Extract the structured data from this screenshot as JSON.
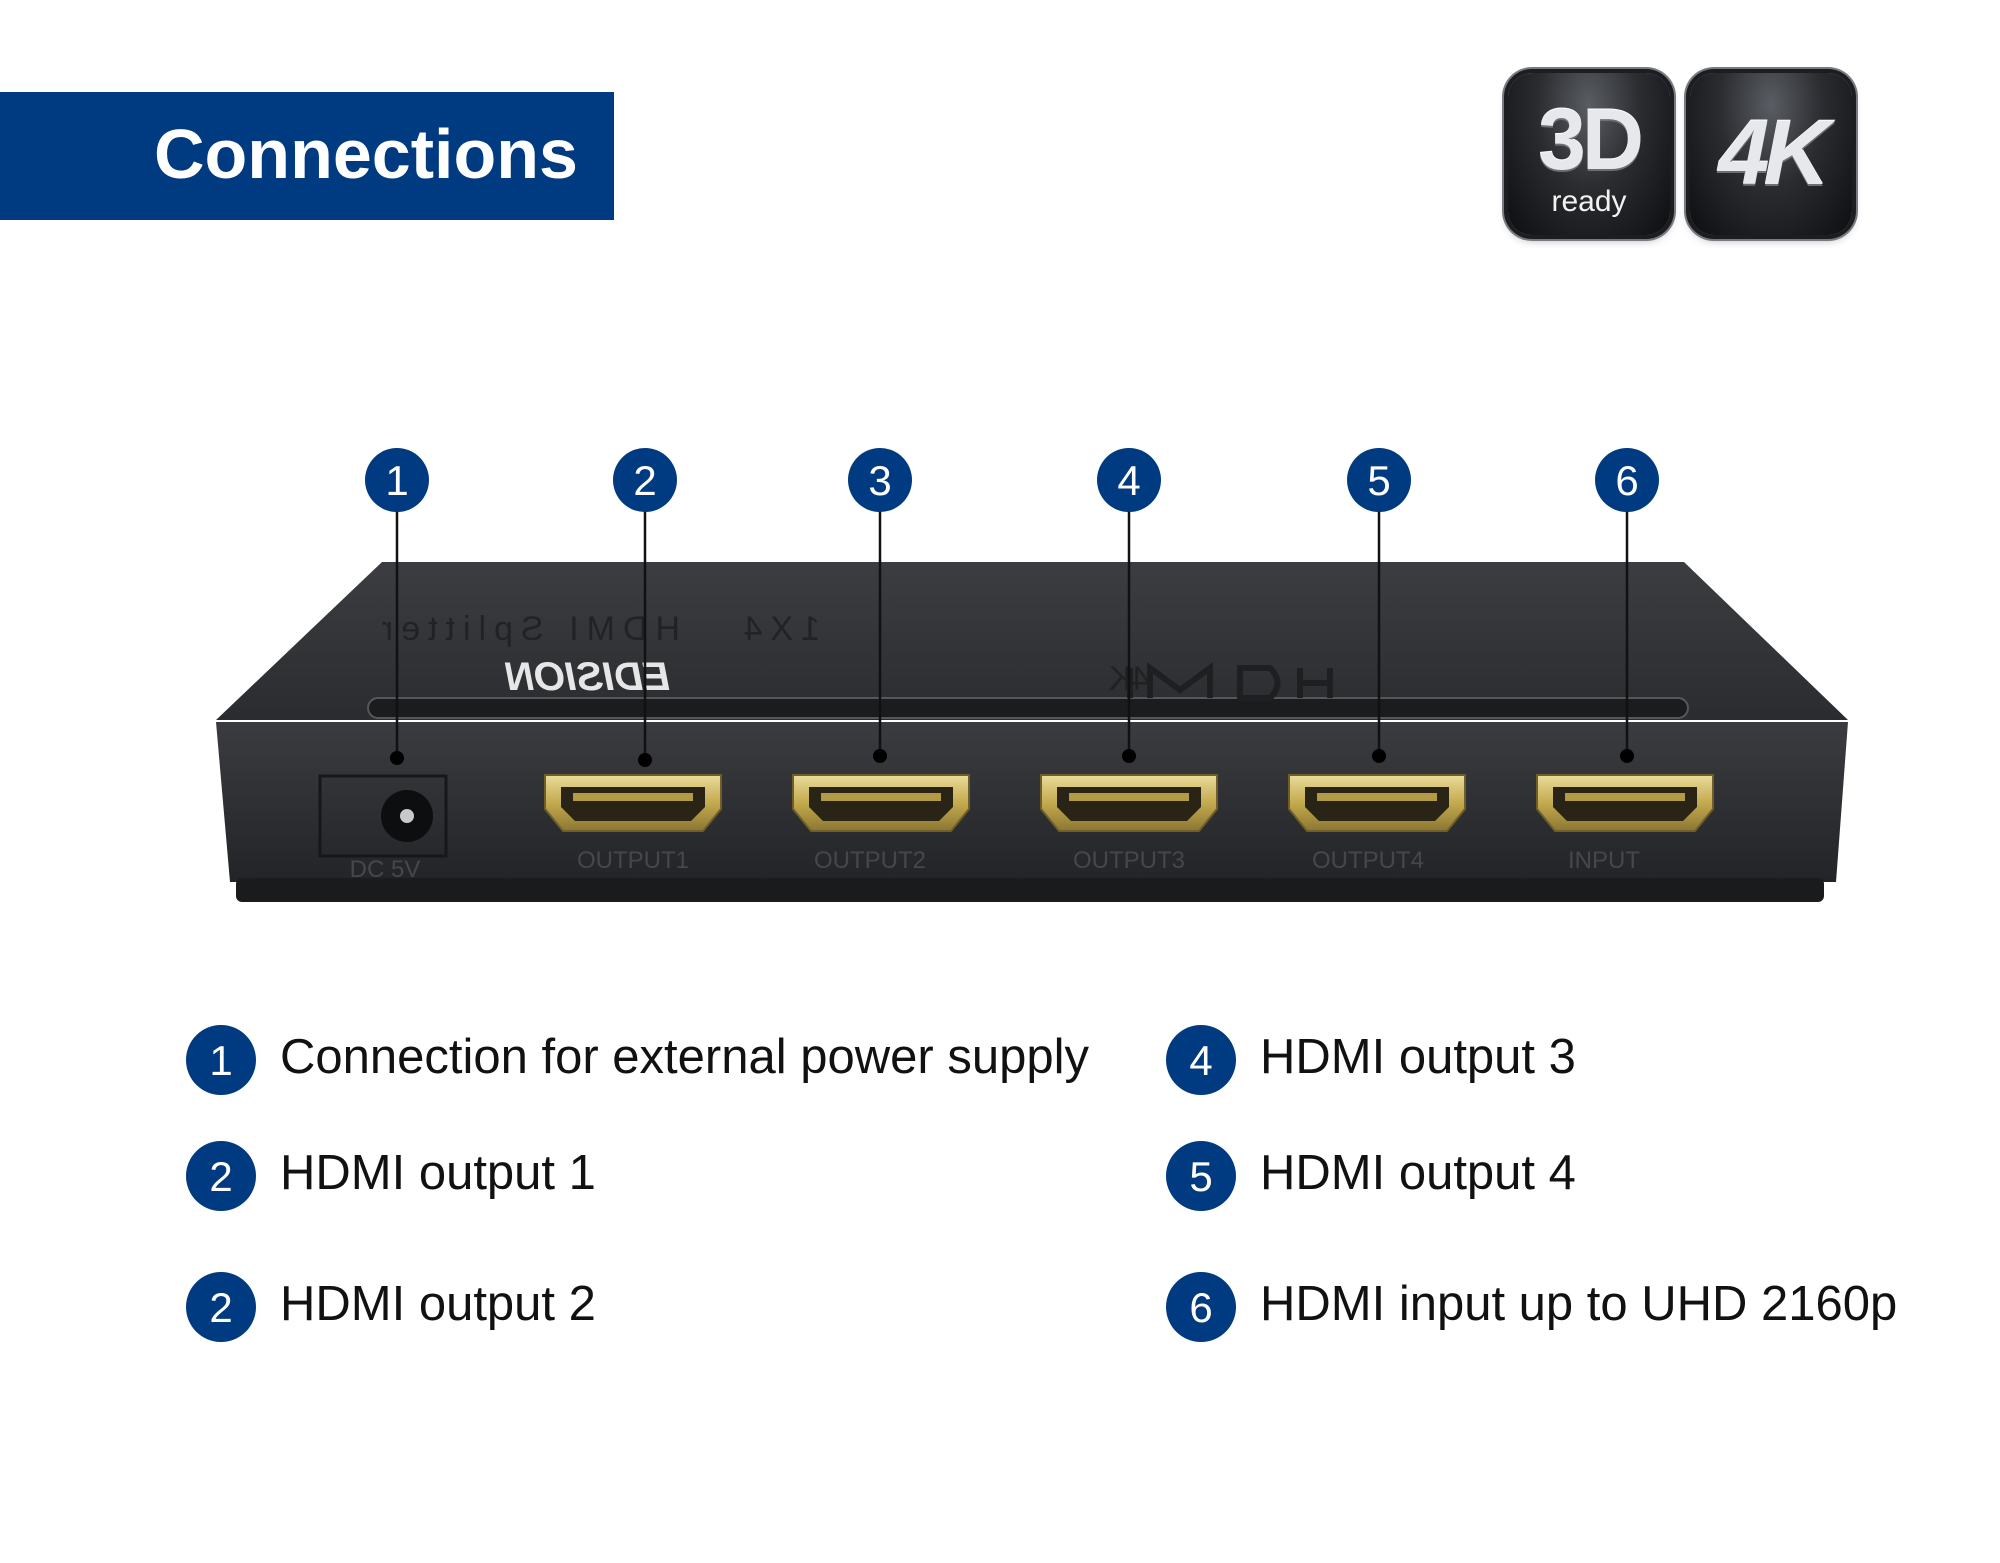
{
  "title": "Connections",
  "badges": {
    "three_d": {
      "main": "3D",
      "sub": "ready"
    },
    "four_k": {
      "main": "4K"
    }
  },
  "device": {
    "brand": "EDISION",
    "top_text_1": "HDMI Splitter",
    "top_text_2": "1X4",
    "top_text_3": "4K",
    "port_labels": [
      "DC 5V",
      "OUTPUT1",
      "OUTPUT2",
      "OUTPUT3",
      "OUTPUT4",
      "INPUT"
    ]
  },
  "callouts": [
    "1",
    "2",
    "3",
    "4",
    "5",
    "6"
  ],
  "legend": [
    {
      "num": "1",
      "text": "Connection for external power supply"
    },
    {
      "num": "2",
      "text": "HDMI output 1"
    },
    {
      "num": "2",
      "text": "HDMI output 2"
    },
    {
      "num": "4",
      "text": "HDMI output 3"
    },
    {
      "num": "5",
      "text": "HDMI output 4"
    },
    {
      "num": "6",
      "text": "HDMI input up to UHD 2160p"
    }
  ],
  "colors": {
    "brand_blue": "#003a80",
    "device_body": "#2f3134",
    "port_gold": "#c8b45a"
  }
}
